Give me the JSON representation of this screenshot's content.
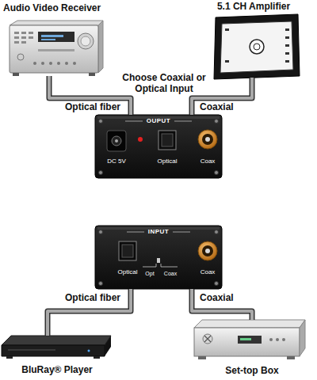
{
  "diagram": {
    "nodes": [
      {
        "text": [
          "Audio Video Receiver"
        ]
      },
      {
        "text": [
          "5.1 CH Amplifier"
        ]
      },
      {
        "text": [
          "OUPUT",
          "DC 5V",
          "Optical",
          "Coax"
        ]
      },
      {
        "text": [
          "INPUT",
          "Optical",
          "Opt",
          "Coax",
          "Coax"
        ]
      },
      {
        "text": [
          "BluRay® Player"
        ]
      },
      {
        "text": [
          "Set-top Box"
        ]
      }
    ],
    "edges": [
      {
        "from": 2,
        "to": 0,
        "label": "Optical fiber",
        "arrow": "none"
      },
      {
        "from": 2,
        "to": 1,
        "label": "Coaxial",
        "arrow": "none"
      },
      {
        "from": 4,
        "to": 3,
        "label": "Optical fiber",
        "arrow": "none"
      },
      {
        "from": 5,
        "to": 3,
        "label": "Coaxial",
        "arrow": "none"
      }
    ],
    "labels": [
      "Choose Coaxial or Optical Input"
    ]
  }
}
